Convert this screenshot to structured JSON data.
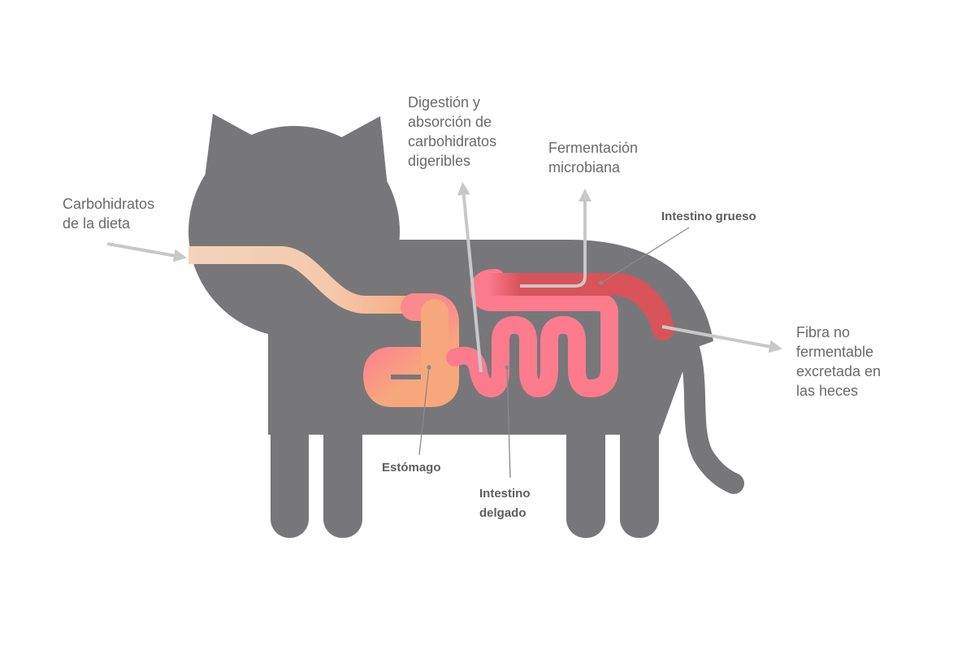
{
  "colors": {
    "body": "#77777a",
    "esophagus_start": "#f4d3bb",
    "stomach": "#f7a77c",
    "small_intestine": "#fc7b8d",
    "large_intestine": "#d8535a",
    "arrow": "#c8c8c8",
    "leader": "#8a8a8a"
  },
  "labels": {
    "diet_carbs": [
      "Carbohidratos",
      "de la dieta"
    ],
    "digestion": [
      "Digestión y",
      "absorción de",
      "carbohidratos",
      "digeribles"
    ],
    "fermentation": [
      "Fermentación",
      "microbiana"
    ],
    "large_intestine": "Intestino grueso",
    "fiber": [
      "Fibra no",
      "fermentable",
      "excretada en",
      "las heces"
    ],
    "stomach": "Estómago",
    "small_intestine": [
      "Intestino",
      "delgado"
    ]
  }
}
